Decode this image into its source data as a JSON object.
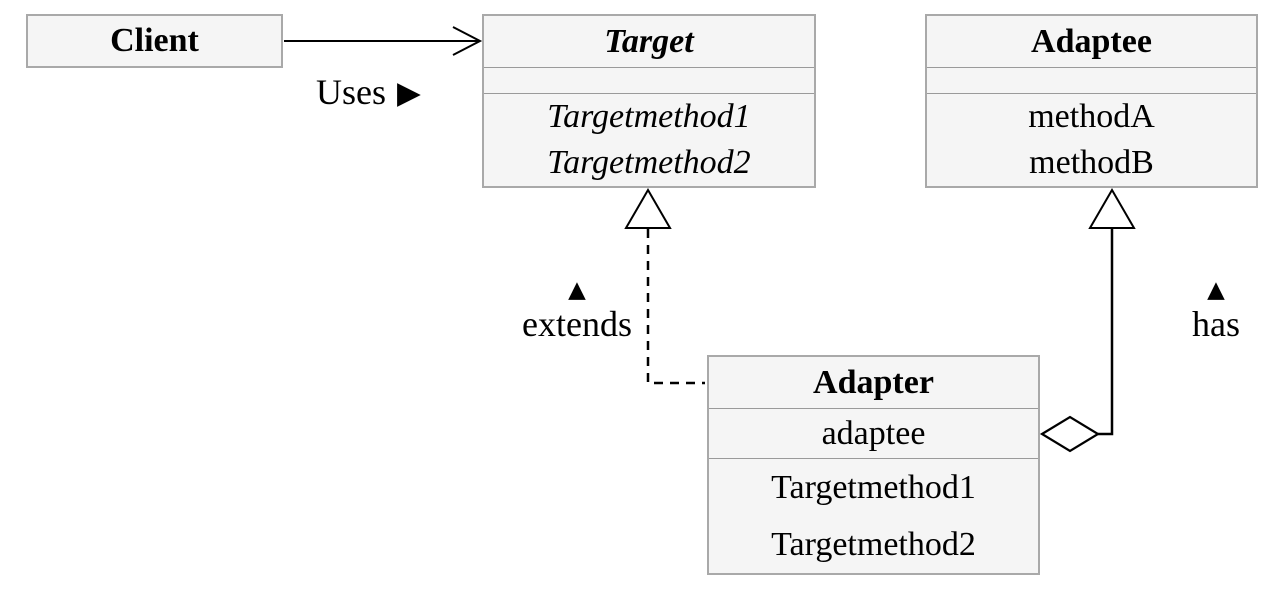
{
  "colors": {
    "box_fill": "#f5f5f5",
    "box_border": "#a9a9a9",
    "line_color": "#000000"
  },
  "classes": {
    "client": {
      "name": "Client"
    },
    "target": {
      "name": "Target",
      "methods": [
        "Targetmethod1",
        "Targetmethod2"
      ]
    },
    "adaptee": {
      "name": "Adaptee",
      "methods": [
        "methodA",
        "methodB"
      ]
    },
    "adapter": {
      "name": "Adapter",
      "attributes": [
        "adaptee"
      ],
      "methods": [
        "Targetmethod1",
        "Targetmethod2"
      ]
    }
  },
  "relations": {
    "uses": {
      "label": "Uses",
      "arrow_glyph": "▶"
    },
    "extends": {
      "label": "extends",
      "arrow_glyph": "▲"
    },
    "has": {
      "label": "has",
      "arrow_glyph": "▲"
    }
  }
}
